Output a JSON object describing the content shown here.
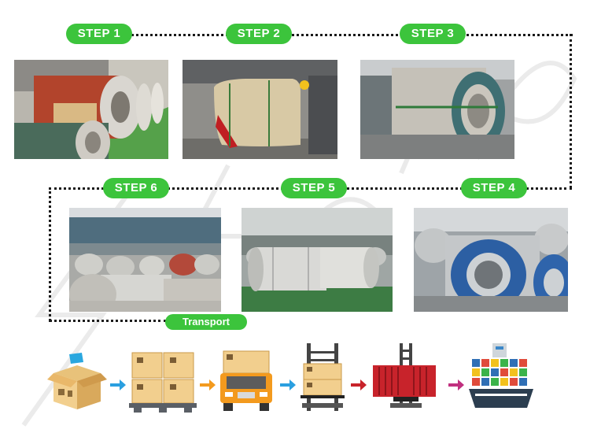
{
  "steps": [
    {
      "label": "STEP 1"
    },
    {
      "label": "STEP 2"
    },
    {
      "label": "STEP 3"
    },
    {
      "label": "STEP 4"
    },
    {
      "label": "STEP 5"
    },
    {
      "label": "STEP 6"
    }
  ],
  "transport_label": "Transport",
  "colors": {
    "accent": "#3cc43c",
    "arrow_blue": "#2a9fe0",
    "arrow_orange": "#f39a1e",
    "arrow_red": "#c8232b",
    "arrow_magenta": "#c0307f"
  },
  "icons": [
    "sealed-carton-icon",
    "pallet-boxes-icon",
    "delivery-truck-icon",
    "forklift-boxes-icon",
    "container-forklift-icon",
    "cargo-ship-icon"
  ]
}
